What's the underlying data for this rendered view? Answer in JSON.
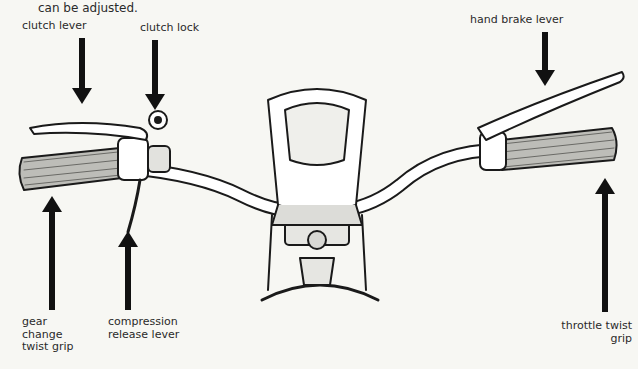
{
  "diagram": {
    "labels": [
      "can be adjusted.",
      "clutch lever",
      "clutch lock",
      "hand brake lever",
      "gear change twist grip",
      "compression release lever",
      "throttle twist grip"
    ]
  }
}
